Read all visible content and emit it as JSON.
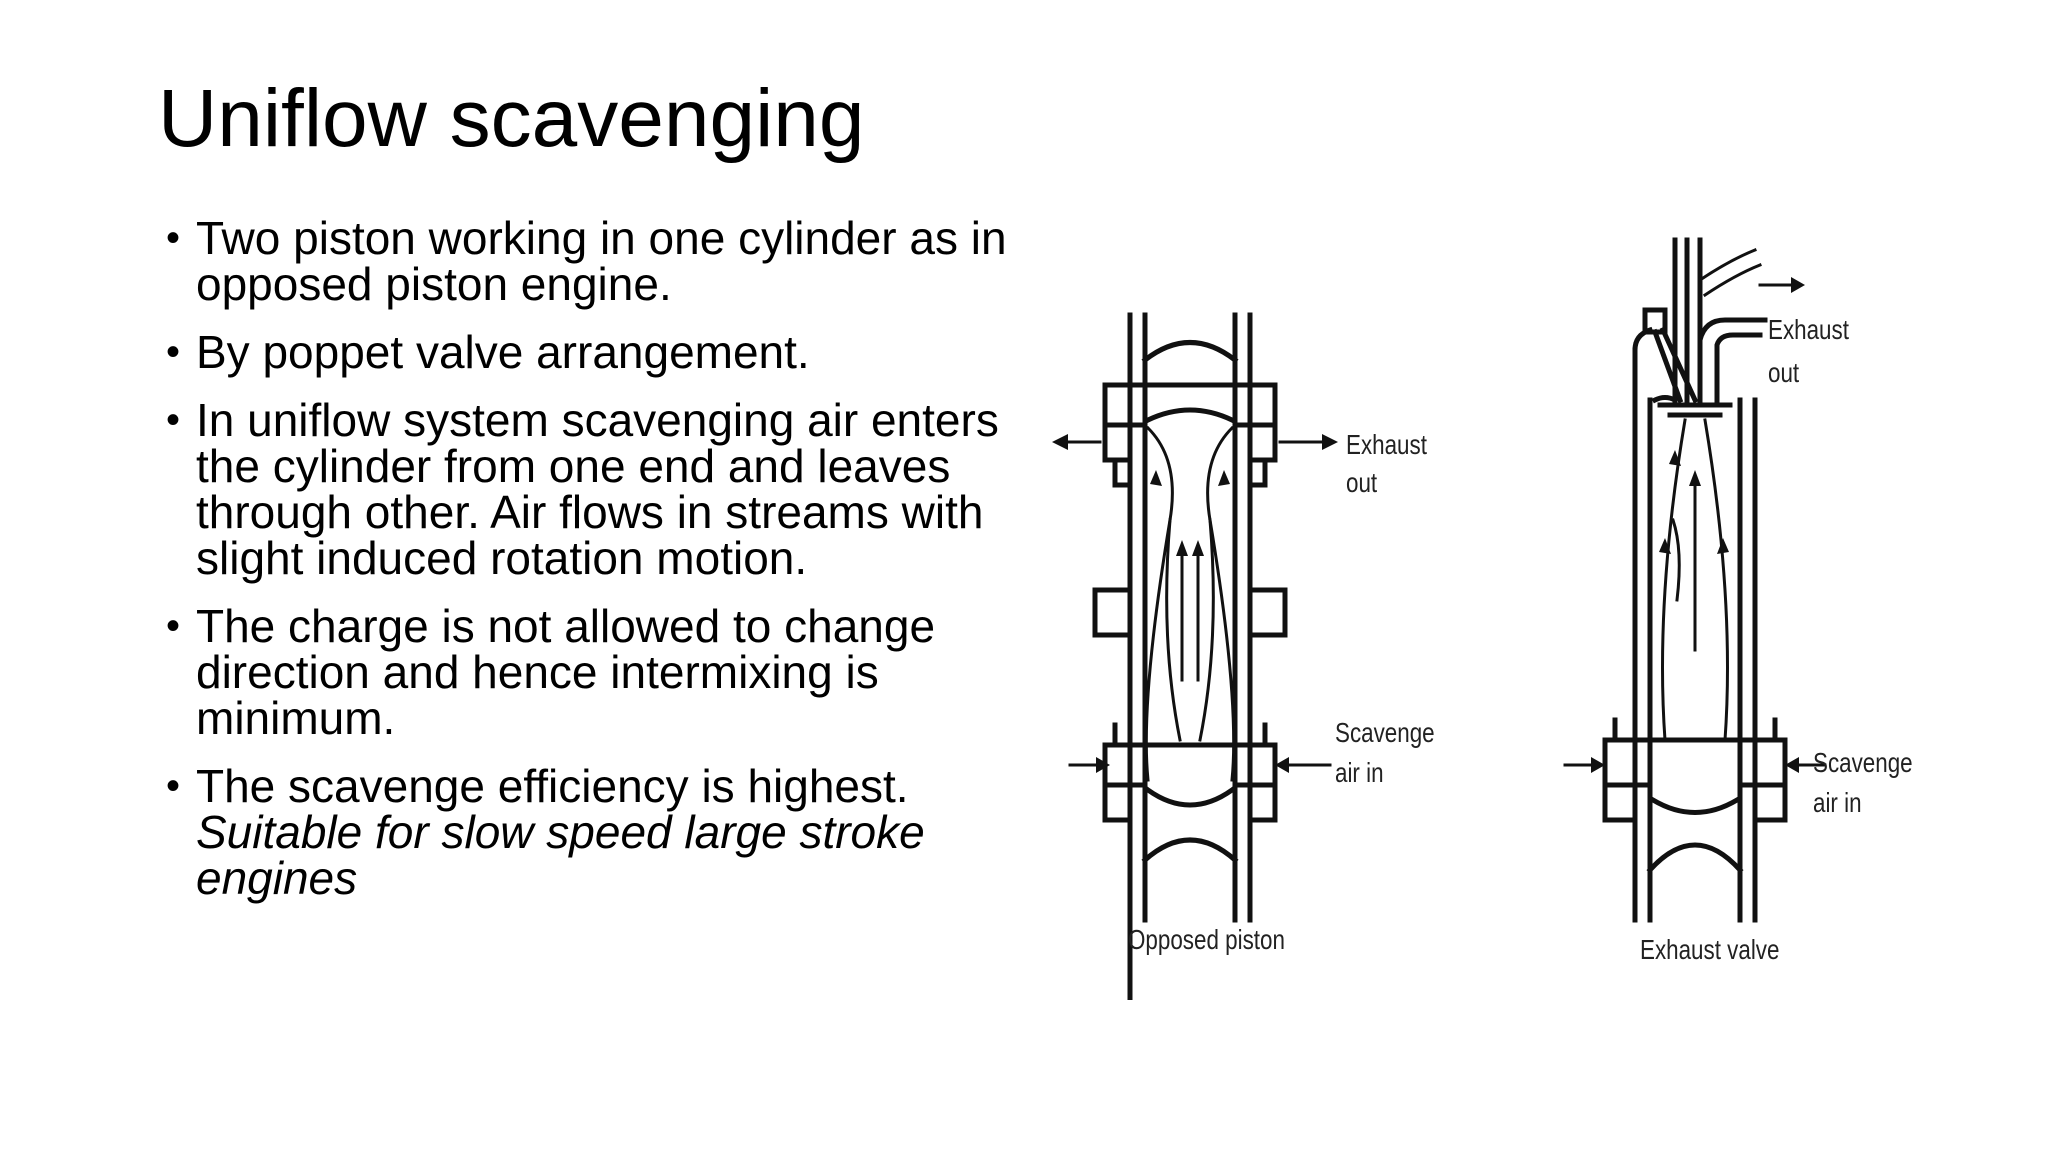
{
  "slide": {
    "title": "Uniflow scavenging"
  },
  "bullets": [
    {
      "text": "Two piston working in one cylinder as in opposed piston engine."
    },
    {
      "text": "By poppet valve arrangement."
    },
    {
      "text": "In uniflow system scavenging air enters the cylinder from one end and leaves through other. Air flows in streams with slight induced rotation motion."
    },
    {
      "text": "The charge is not allowed to change direction and hence intermixing is minimum."
    },
    {
      "text": "The scavenge efficiency is highest.",
      "italic": "Suitable for slow speed large stroke engines"
    }
  ],
  "figures": {
    "left": {
      "caption": "Opposed piston",
      "exhaust_line1": "Exhaust",
      "exhaust_line2": "out",
      "scavenge_line1": "Scavenge",
      "scavenge_line2": "air in"
    },
    "right": {
      "caption": "Exhaust valve",
      "exhaust_line1": "Exhaust",
      "exhaust_line2": "out",
      "scavenge_line1": "Scavenge",
      "scavenge_line2": "air in"
    }
  }
}
